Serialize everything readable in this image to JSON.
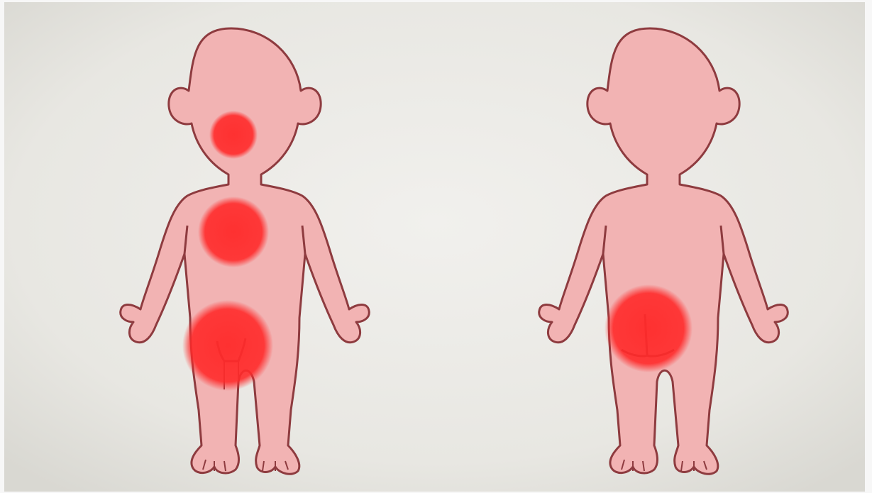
{
  "scene": {
    "background_color": "#e9e8e4",
    "figure_fill": "#f2b3b3",
    "figure_outline": "#8e3b3f",
    "highlight_color": "#ff2a2a"
  },
  "figures": [
    {
      "view": "front",
      "highlights": [
        "mouth",
        "chest",
        "groin"
      ]
    },
    {
      "view": "back",
      "highlights": [
        "buttocks"
      ]
    }
  ]
}
